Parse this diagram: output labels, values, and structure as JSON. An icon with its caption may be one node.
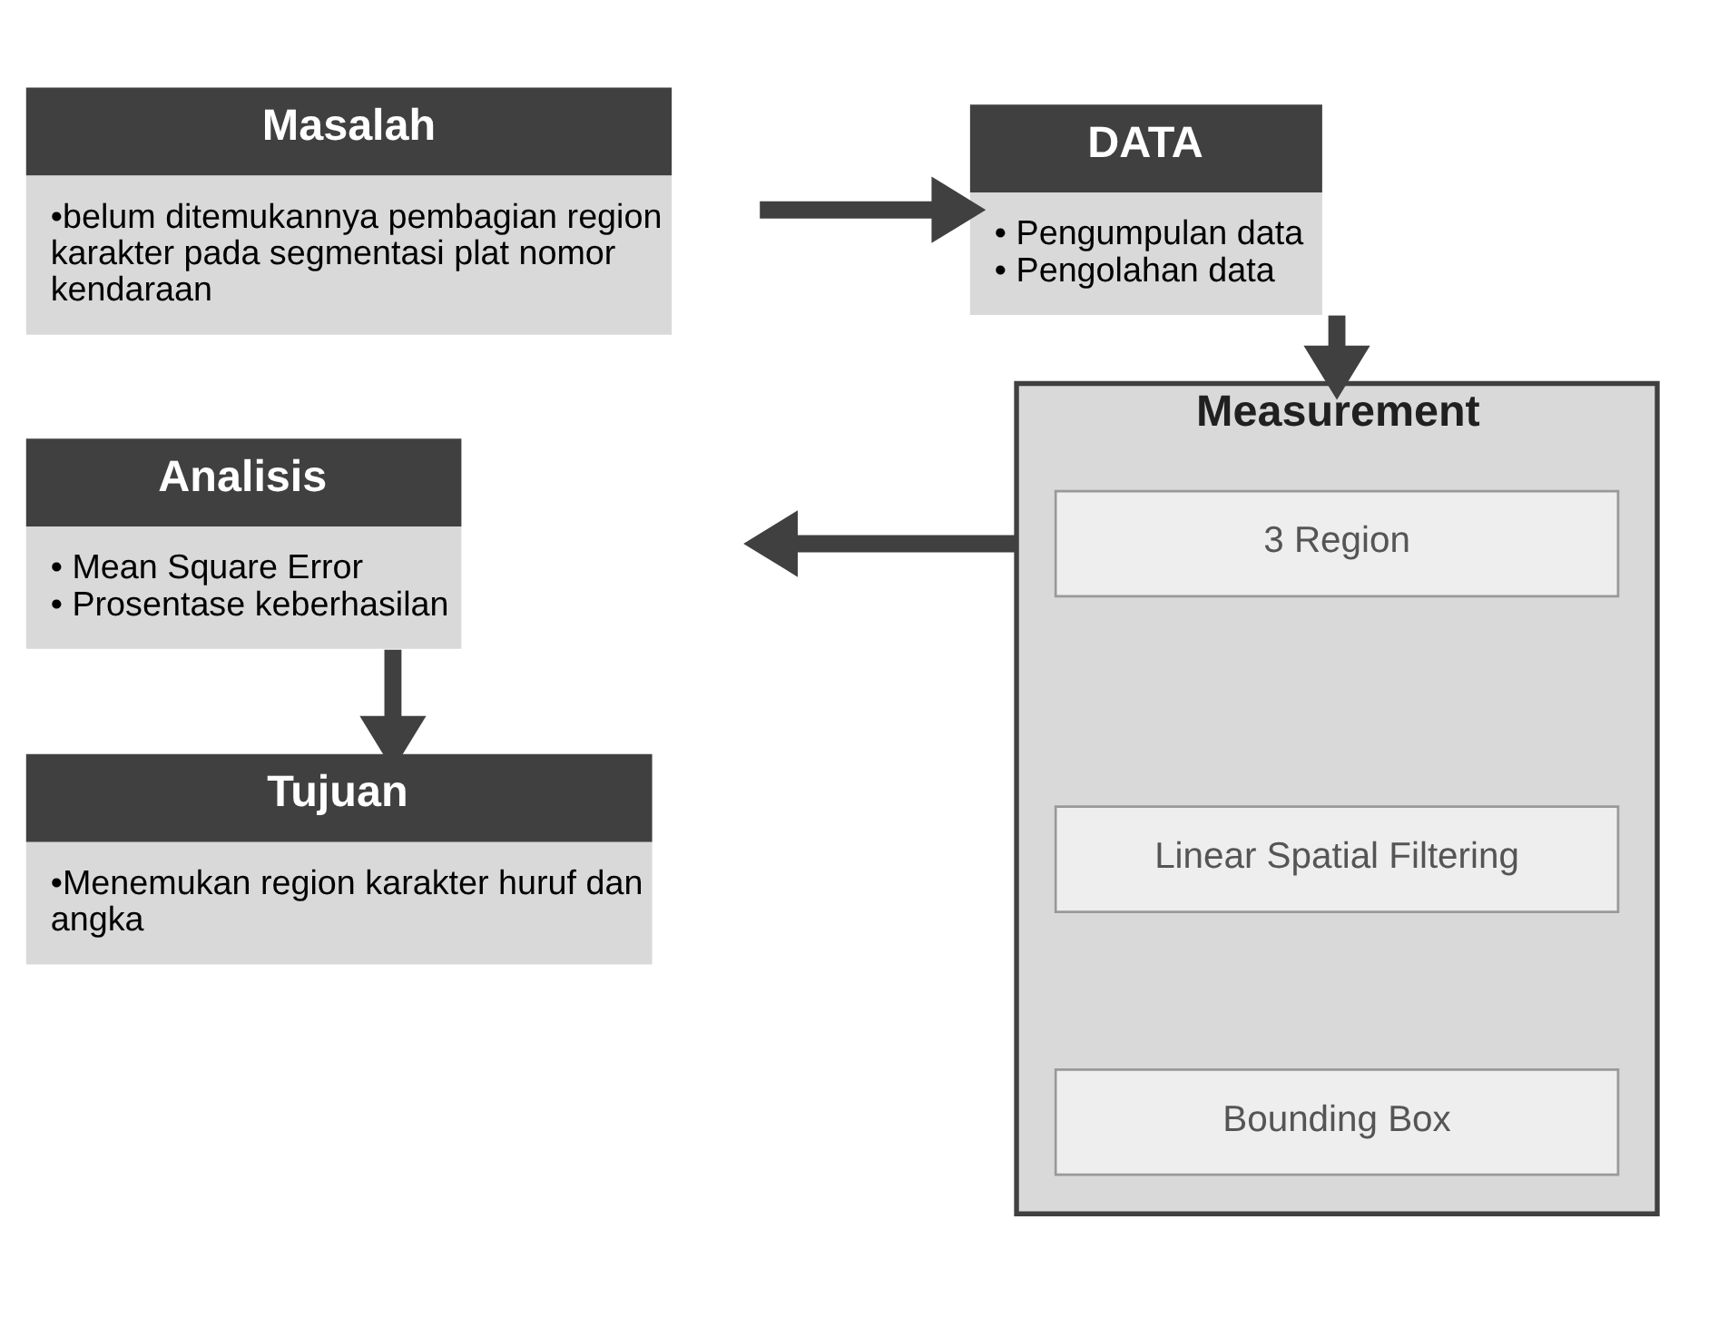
{
  "diagram": {
    "nodes": [
      {
        "text": [
          "Masalah",
          "•belum ditemukannya pembagian region karakter pada segmentasi plat nomor kendaraan"
        ]
      },
      {
        "text": [
          "DATA",
          "• Pengumpulan data",
          "• Pengolahan data"
        ]
      },
      {
        "text": [
          "Measurement"
        ]
      },
      {
        "text": [
          "3 Region"
        ],
        "in": 2
      },
      {
        "text": [
          "Linear Spatial Filtering"
        ],
        "in": 2
      },
      {
        "text": [
          "Bounding Box"
        ],
        "in": 2
      },
      {
        "text": [
          "Analisis",
          "• Mean Square Error",
          "• Prosentase keberhasilan"
        ]
      },
      {
        "text": [
          "Tujuan",
          "•Menemukan region karakter huruf dan angka"
        ]
      }
    ],
    "edges": [
      {
        "from": 0,
        "to": 1,
        "arrow": "to"
      },
      {
        "from": 1,
        "to": 2,
        "arrow": "to"
      },
      {
        "from": 2,
        "to": 6,
        "arrow": "to"
      },
      {
        "from": 6,
        "to": 7,
        "arrow": "to"
      }
    ]
  }
}
